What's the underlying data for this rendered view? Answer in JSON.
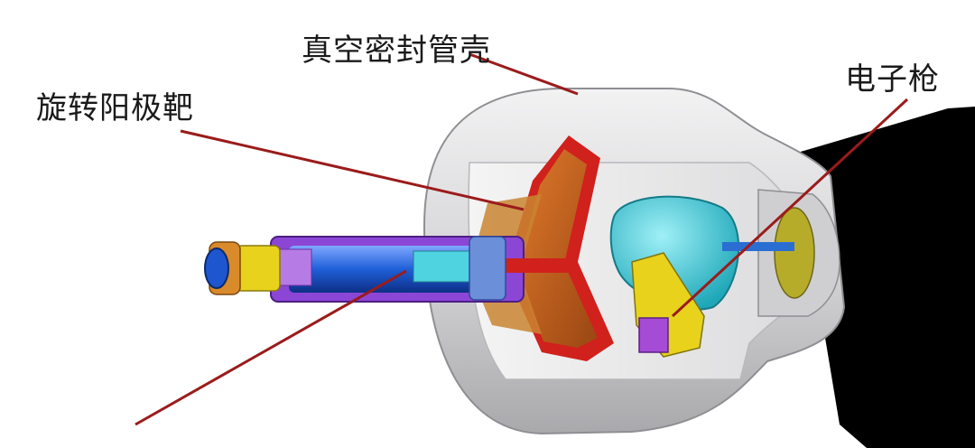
{
  "labels": {
    "housing": "真空密封管壳",
    "anode": "旋转阳极靶",
    "electron_gun": "电子枪"
  },
  "colors": {
    "background": "#ffffff",
    "housing_shell": "#d9d9db",
    "housing_inner": "#efefef",
    "anode_target": "#c8621d",
    "anode_rim": "#d0211c",
    "shaft_blue": "#1f5fd8",
    "shaft_purple": "#7c2bd1",
    "cyan_part": "#35c9d8",
    "yellow_part": "#e8d21c",
    "leader_line": "#9b1b1b",
    "dark_backdrop": "#000000"
  }
}
